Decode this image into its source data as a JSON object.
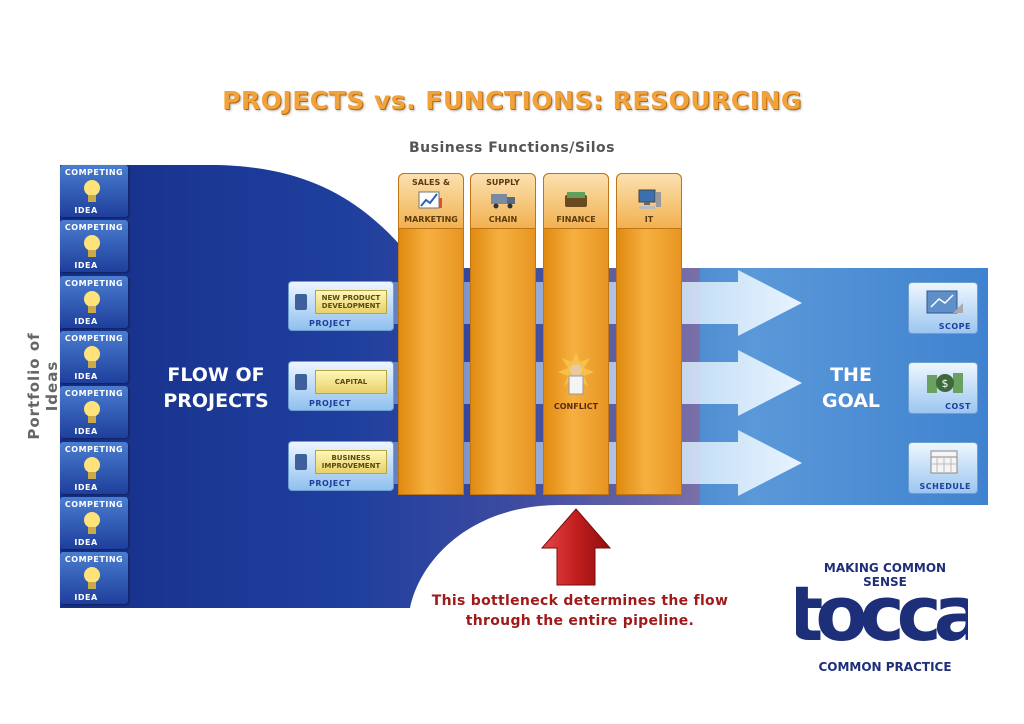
{
  "title": "PROJECTS vs. FUNCTIONS: RESOURCING",
  "subtitle": "Business Functions/Silos",
  "portfolio_label": "Portfolio of Ideas",
  "idea_cards": [
    {
      "top": "COMPETING",
      "bottom": "IDEA"
    },
    {
      "top": "COMPETING",
      "bottom": "IDEA"
    },
    {
      "top": "COMPETING",
      "bottom": "IDEA"
    },
    {
      "top": "COMPETING",
      "bottom": "IDEA"
    },
    {
      "top": "COMPETING",
      "bottom": "IDEA"
    },
    {
      "top": "COMPETING",
      "bottom": "IDEA"
    },
    {
      "top": "COMPETING",
      "bottom": "IDEA"
    },
    {
      "top": "COMPETING",
      "bottom": "IDEA"
    }
  ],
  "flow_text": {
    "line1": "FLOW OF",
    "line2": "PROJECTS"
  },
  "goal_text": {
    "line1": "THE",
    "line2": "GOAL"
  },
  "silos": [
    {
      "top": "SALES &",
      "bottom": "MARKETING",
      "icon": "chart-icon"
    },
    {
      "top": "SUPPLY",
      "bottom": "CHAIN",
      "icon": "truck-icon"
    },
    {
      "top": "",
      "bottom": "FINANCE",
      "icon": "money-icon"
    },
    {
      "top": "",
      "bottom": "IT",
      "icon": "computer-icon"
    }
  ],
  "projects": [
    {
      "tag": "NEW PRODUCT DEVELOPMENT",
      "label": "PROJECT"
    },
    {
      "tag": "CAPITAL",
      "label": "PROJECT"
    },
    {
      "tag": "BUSINESS IMPROVEMENT",
      "label": "PROJECT"
    }
  ],
  "conflict_label": "CONFLICT",
  "goals": [
    {
      "label": "SCOPE",
      "icon": "blueprint-icon"
    },
    {
      "label": "COST",
      "icon": "dollar-icon"
    },
    {
      "label": "SCHEDULE",
      "icon": "calendar-icon"
    }
  ],
  "bottleneck": {
    "line1": "This bottleneck determines the flow",
    "line2": "through the entire pipeline."
  },
  "logo": {
    "top": "MAKING COMMON SENSE",
    "mark": "tocca",
    "bottom": "COMMON PRACTICE"
  },
  "colors": {
    "title": "#f2a23a",
    "flow_blue": "#1e3f9c",
    "goal_blue": "#4f8fd4",
    "silo_orange": "#f0a030",
    "bottleneck_red": "#a11a1a"
  }
}
